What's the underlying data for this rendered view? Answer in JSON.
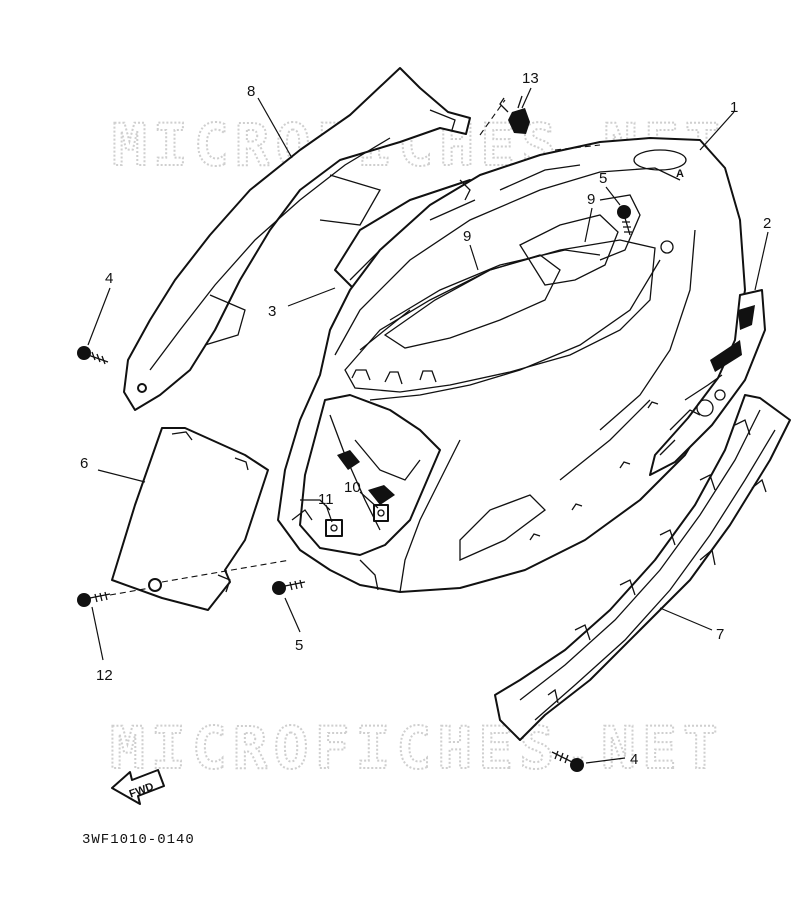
{
  "watermark": {
    "top": "MICROFICHES.NET",
    "bottom": "MICROFICHES.NET"
  },
  "callouts": [
    "1",
    "2",
    "3",
    "4",
    "4",
    "5",
    "5",
    "6",
    "7",
    "8",
    "9",
    "9",
    "10",
    "11",
    "12",
    "13"
  ],
  "fwd_label": "FWD",
  "diagram_code": "3WF1010-0140",
  "colors": {
    "line": "#111111",
    "watermark": "#cfcfcf",
    "background": "#ffffff"
  }
}
